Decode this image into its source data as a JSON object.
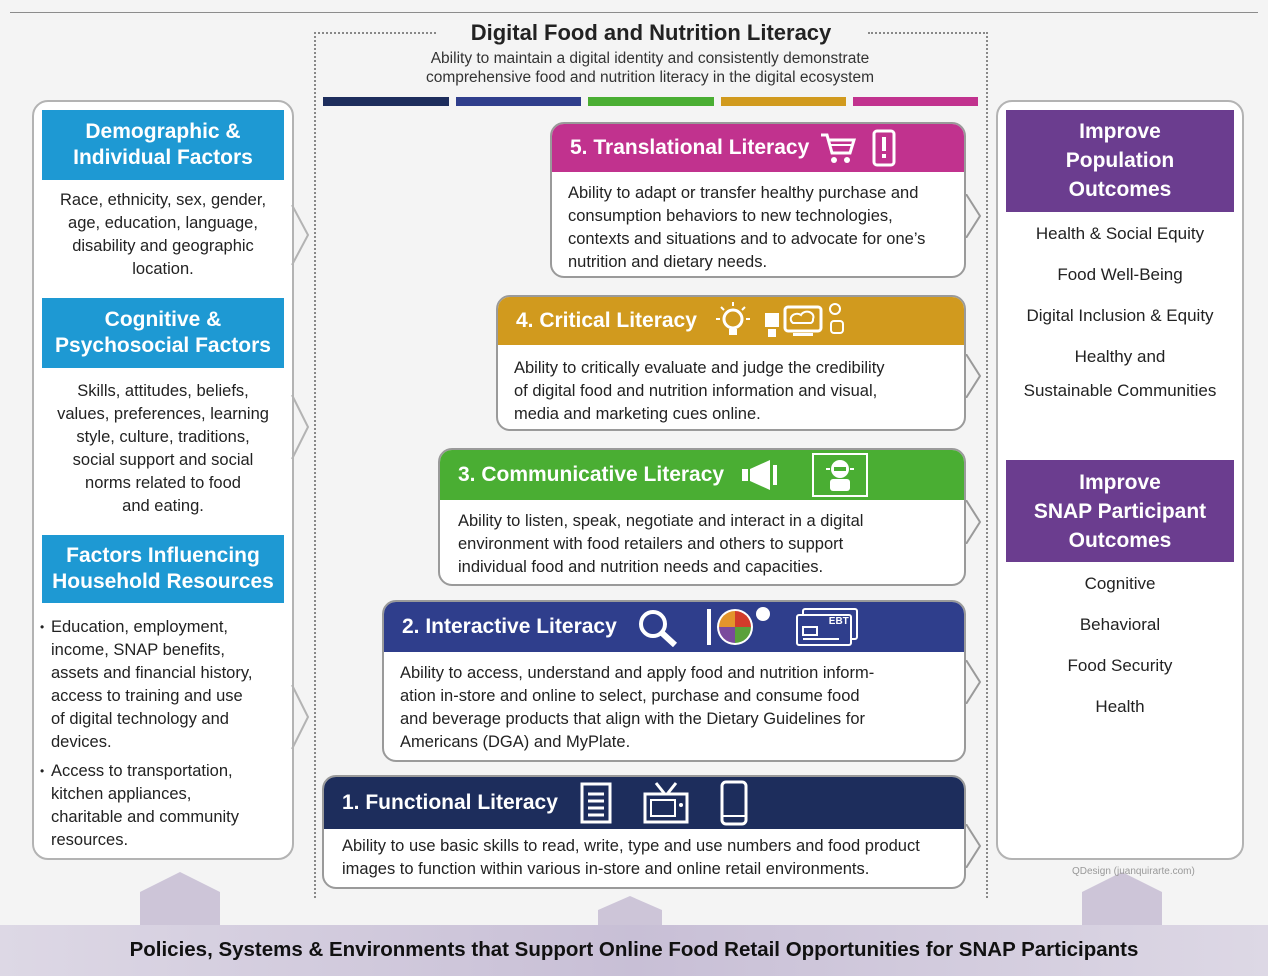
{
  "header": {
    "title": "Digital Food and Nutrition Literacy",
    "subtitle_line1": "Ability to maintain a digital identity and consistently demonstrate",
    "subtitle_line2": "comprehensive food and nutrition literacy in the digital ecosystem"
  },
  "colors": {
    "translational": "#c1328e",
    "critical": "#d19a1e",
    "communicative": "#4aae33",
    "interactive": "#2f3e8c",
    "functional": "#1d2d5c",
    "left_heading": "#1e99d3",
    "right_heading": "#6b3d8f"
  },
  "left": {
    "demographic": {
      "heading_line1": "Demographic &",
      "heading_line2": "Individual Factors",
      "lines": [
        "Race, ethnicity, sex, gender,",
        "age, education, language,",
        "disability and geographic",
        "location."
      ]
    },
    "cognitive": {
      "heading_line1": "Cognitive &",
      "heading_line2": "Psychosocial Factors",
      "lines": [
        "Skills, attitudes, beliefs,",
        "values, preferences, learning",
        "style, culture, traditions,",
        "social support and social",
        "norms related to food",
        "and eating."
      ]
    },
    "household": {
      "heading_line1": "Factors Influencing",
      "heading_line2": "Household Resources",
      "bullet1": [
        "Education, employment,",
        "income, SNAP benefits,",
        "assets and financial history,",
        "access to training and use",
        "of digital technology and",
        "devices."
      ],
      "bullet2": [
        "Access to transportation,",
        "kitchen appliances,",
        "charitable and community",
        "resources."
      ]
    }
  },
  "literacies": {
    "translational": {
      "title": "5. Translational Literacy",
      "lines": [
        "Ability to adapt or transfer healthy purchase and",
        "consumption behaviors to new technologies,",
        "contexts and situations and to advocate for one’s",
        "nutrition and dietary needs."
      ],
      "icons": [
        "shopping-cart-icon",
        "phone-alert-icon"
      ]
    },
    "critical": {
      "title": "4. Critical Literacy",
      "lines": [
        "Ability to critically evaluate and judge the credibility",
        "of digital food and nutrition information and visual,",
        "media and marketing cues  online."
      ],
      "icons": [
        "lightbulb-icon",
        "social-media-icon"
      ]
    },
    "communicative": {
      "title": "3. Communicative Literacy",
      "lines": [
        "Ability to listen, speak, negotiate and interact in a digital",
        "environment with food retailers and others to support",
        "individual food and nutrition needs and capacities."
      ],
      "icons": [
        "megaphone-icon",
        "chatbot-icon"
      ]
    },
    "interactive": {
      "title": "2. Interactive Literacy",
      "lines": [
        "Ability to access, understand and apply food and nutrition inform-",
        "ation in-store and online to select, purchase and consume food",
        "and beverage products that align with the Dietary Guidelines for",
        "Americans (DGA) and MyPlate."
      ],
      "icons": [
        "magnifier-icon",
        "myplate-icon",
        "ebt-card-icon"
      ],
      "ebt_label": "EBT"
    },
    "functional": {
      "title": "1. Functional Literacy",
      "lines": [
        "Ability to use basic skills to read, write, type and use numbers and food product",
        "images to function within various in-store and online retail environments."
      ],
      "icons": [
        "document-icon",
        "television-icon",
        "smartphone-icon"
      ]
    }
  },
  "right": {
    "population": {
      "heading_lines": [
        "Improve",
        "Population",
        "Outcomes"
      ],
      "items": [
        "Health & Social Equity",
        "Food Well-Being",
        "Digital Inclusion & Equity",
        "Healthy and",
        "Sustainable Communities"
      ]
    },
    "snap": {
      "heading_lines": [
        "Improve",
        "SNAP Participant",
        "Outcomes"
      ],
      "items": [
        "Cognitive",
        "Behavioral",
        "Food Security",
        "Health"
      ]
    }
  },
  "credit": "QDesign (juanquirarte.com)",
  "footer": "Policies, Systems & Environments that Support Online Food Retail Opportunities for SNAP Participants"
}
